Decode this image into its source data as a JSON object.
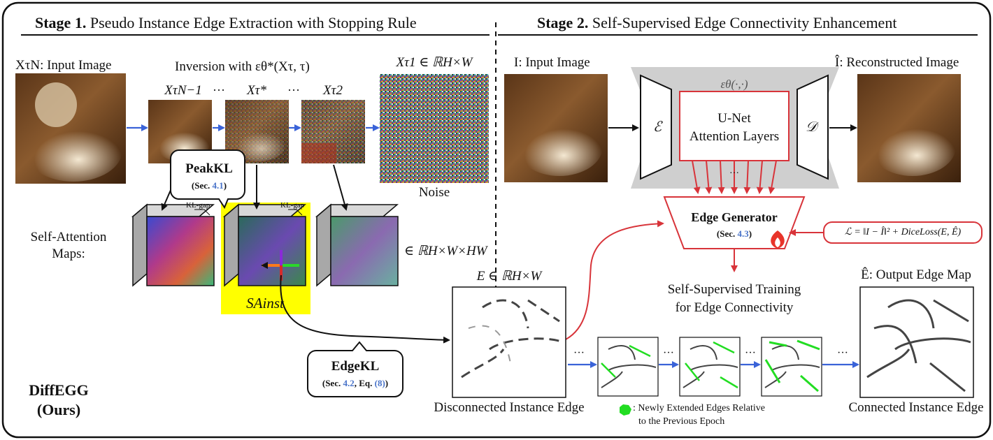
{
  "stage1": {
    "bold": "Stage 1.",
    "title": "Pseudo Instance Edge Extraction with Stopping Rule",
    "input_label": "XτN: Input Image",
    "inversion_label": "Inversion with εθ*(Xτ, τ)",
    "xt_labels": [
      "XτN−1",
      "···",
      "Xτ*",
      "···",
      "Xτ2"
    ],
    "x1_label": "Xτ1 ∈ ℝH×W",
    "noise_label": "Noise",
    "peakkl_title": "PeakKL",
    "peakkl_ref_pre": "(Sec. ",
    "peakkl_ref_num": "4.1",
    "peakkl_ref_post": ")",
    "kl_gap": "KL-gap",
    "sa_maps_line1": "Self-Attention",
    "sa_maps_line2": "Maps:",
    "sa_dim": "∈ ℝH×W×HW",
    "sa_inst": "SAinst",
    "edgekl_title": "EdgeKL",
    "edgekl_ref_pre": "(Sec. ",
    "edgekl_ref_num1": "4.2",
    "edgekl_ref_mid": ", Eq. ",
    "edgekl_ref_num2": "(8)",
    "edgekl_ref_post": ")",
    "method_name": "DiffEGG",
    "method_note": "(Ours)"
  },
  "stage2": {
    "bold": "Stage 2.",
    "title": "Self-Supervised Edge Connectivity Enhancement",
    "input_label": "I: Input Image",
    "recon_label": "Î: Reconstructed Image",
    "encoder": "ℰ",
    "decoder": "𝒟",
    "eps_label": "εθ(·,·)",
    "unet_line1": "U-Net",
    "unet_line2": "Attention Layers",
    "edge_gen_title": "Edge Generator",
    "edge_gen_ref_pre": "(Sec. ",
    "edge_gen_ref_num": "4.3",
    "edge_gen_ref_post": ")",
    "loss": "ℒ = ‖I − Î‖² + DiceLoss(E, Ê)",
    "training_line1": "Self-Supervised Training",
    "training_line2": "for Edge Connectivity",
    "e_dim": "E ∈ ℝH×W",
    "disconnected": "Disconnected Instance Edge",
    "output_edge": "Ê: Output Edge Map",
    "connected": "Connected Instance Edge",
    "legend_line1": ": Newly Extended Edges Relative",
    "legend_line2": "to the Previous Epoch",
    "ellipsis": "···"
  },
  "colors": {
    "blue_arrow": "#3a63d8",
    "red": "#d8343a",
    "yellow": "#ffff00",
    "green": "#22dd22",
    "gray_block": "#cfcfcf",
    "ref_blue": "#4a74c9"
  }
}
